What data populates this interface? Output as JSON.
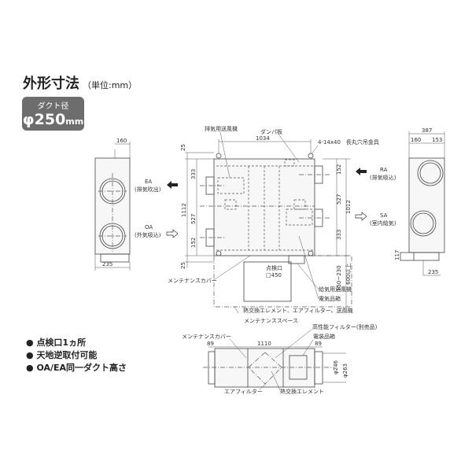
{
  "header": {
    "title": "外形寸法",
    "unit": "（単位:mm）"
  },
  "badge": {
    "label": "ダクト径",
    "value": "φ250",
    "unit": "mm"
  },
  "bullets": [
    "点検口1ヵ所",
    "天地逆取付可能",
    "OA/EA同一ダクト高さ"
  ],
  "left_view": {
    "dim_top": "160",
    "dim_bottom": "235",
    "ea_label": "EA",
    "ea_sub": "(排気吹出)",
    "oa_label": "OA",
    "oa_sub": "(外気吸込)"
  },
  "plan_view": {
    "exhaust_fan": "排気用送風機",
    "damper": "ダンパ板",
    "hanger": "4-14x40　長丸穴吊金具",
    "width": "1034",
    "left_dims": [
      "25",
      "333",
      "527",
      "152",
      "25"
    ],
    "total_height": "1112",
    "right_dims": [
      "152",
      "527",
      "333"
    ],
    "right_total": "1012",
    "inspection": "点検口",
    "inspection_size": "□450",
    "clearance": "150~230",
    "clearance2": "600以上",
    "maintenance_cover": "メンテナンスカバー",
    "supply_fan": "給気用送風機",
    "electrical_box": "電気品箱",
    "maint_note": "熱交換エレメント、エアフィルター、送風機",
    "maint_space": "メンテナンススペース",
    "ra_label": "RA",
    "ra_sub": "(排気吸込)",
    "sa_label": "SA",
    "sa_sub": "(室内給気)"
  },
  "right_view": {
    "width": "387",
    "dim_a": "160",
    "dim_b": "153",
    "dim_height": "117",
    "dim_bottom": "235"
  },
  "elevation": {
    "maintenance_cover": "メンテナンスカバー",
    "filter": "高性能フィルター(別売品)",
    "electrical_box": "電装品箱",
    "dim_left": "89",
    "dim_mid": "1110",
    "dim_right": "89",
    "phi1": "φ246",
    "phi2": "φ263",
    "air_filter": "エアフィルター",
    "element": "熱交換エレメント"
  }
}
